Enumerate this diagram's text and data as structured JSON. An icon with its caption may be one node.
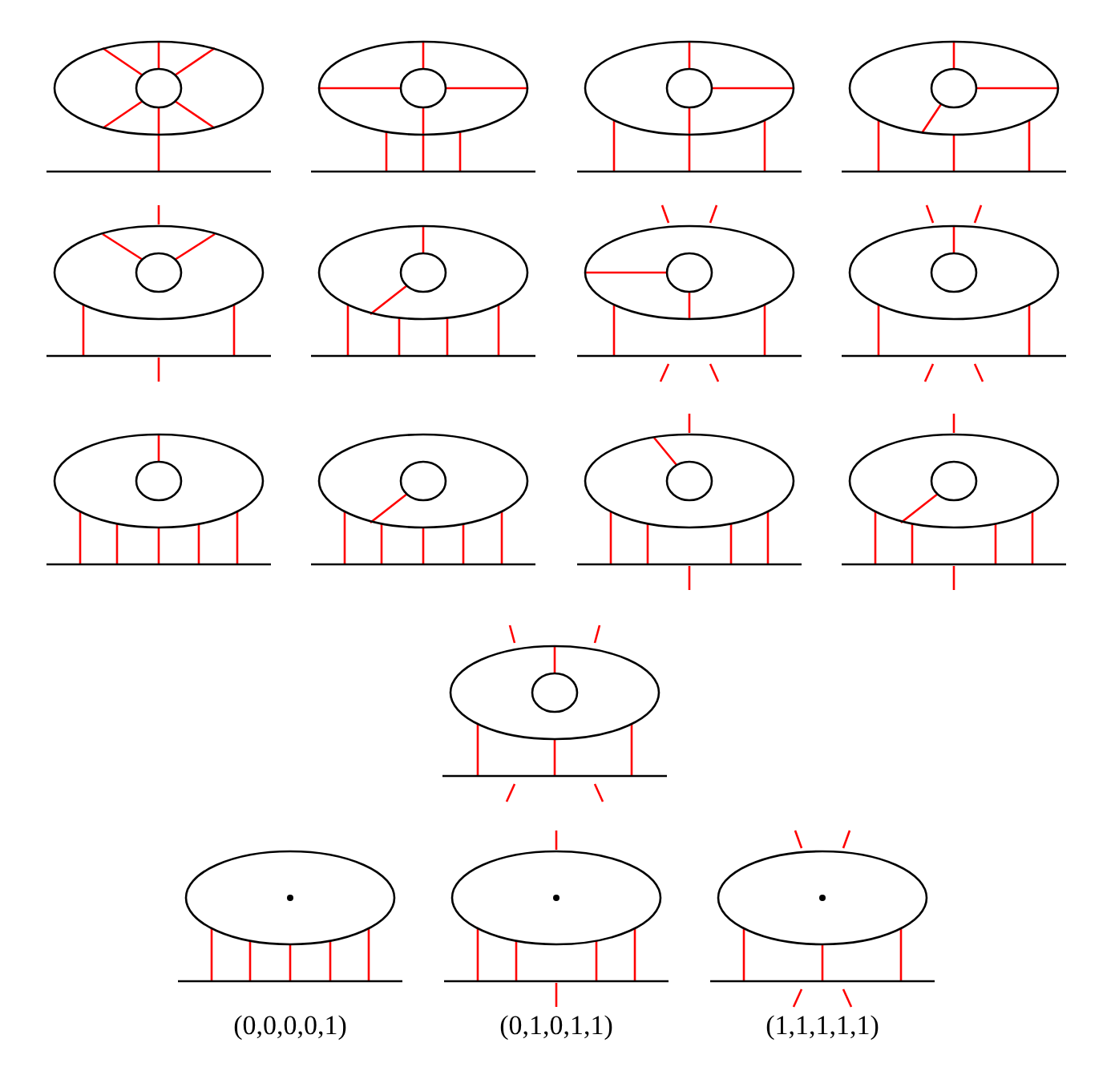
{
  "diagram": {
    "labels": [
      "(0,0,0,0,1)",
      "(0,1,0,1,1)",
      "(1,1,1,1,1)"
    ]
  }
}
